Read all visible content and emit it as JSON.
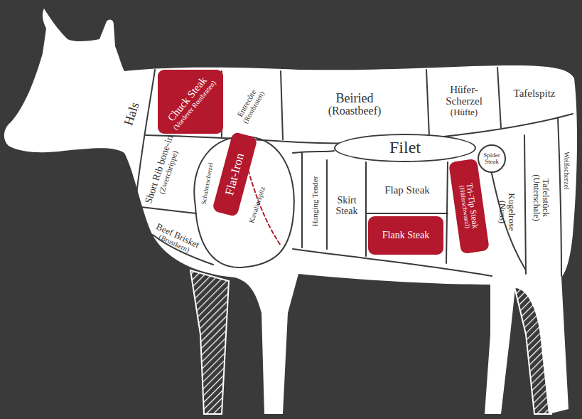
{
  "diagram": {
    "nodes": [
      {
        "text": [
          "Hals"
        ]
      },
      {
        "text": [
          "Chuck Steak",
          "(Vorderer Rostbraten)"
        ]
      },
      {
        "text": [
          "Entrecôte",
          "(Rostbraten)"
        ]
      },
      {
        "text": [
          "Beiried",
          "(Roastbeef)"
        ]
      },
      {
        "text": [
          "Hüfer-Scherzel",
          "(Hüfte)"
        ]
      },
      {
        "text": [
          "Tafelspitz"
        ]
      },
      {
        "text": [
          "Weißscherzel"
        ]
      },
      {
        "text": [
          "Short Rib bone-in",
          "(Zwerchrippe)"
        ]
      },
      {
        "text": [
          "Schulterscherzel"
        ]
      },
      {
        "text": [
          "Flat-Iron"
        ]
      },
      {
        "text": [
          "Kavalierspitz"
        ]
      },
      {
        "text": [
          "Filet"
        ]
      },
      {
        "text": [
          "Spider Steak"
        ]
      },
      {
        "text": [
          "Hanging Tender"
        ]
      },
      {
        "text": [
          "Skirt Steak"
        ]
      },
      {
        "text": [
          "Flap Steak"
        ]
      },
      {
        "text": [
          "Flank Steak"
        ]
      },
      {
        "text": [
          "Tri-Tip Steak",
          "(Hüferschwanzl)"
        ]
      },
      {
        "text": [
          "Kugelrose",
          "(Nuss)"
        ]
      },
      {
        "text": [
          "Tafelstück",
          "(Unterschale)"
        ]
      },
      {
        "text": [
          "Beef Brisket",
          "(Brustkern)"
        ]
      }
    ]
  }
}
